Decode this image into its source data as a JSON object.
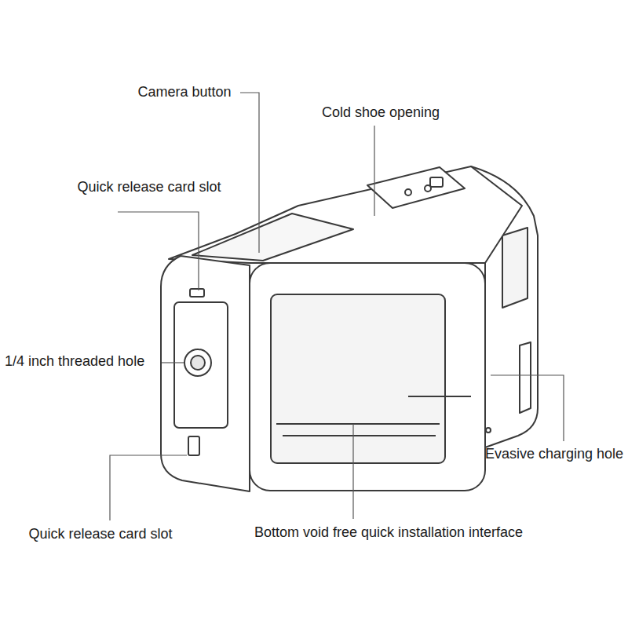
{
  "diagram": {
    "labels": [
      "Camera button",
      "Cold shoe opening",
      "Quick release card slot",
      "1/4 inch threaded hole",
      "Evasive charging hole",
      "Quick release card slot",
      "Bottom void free quick installation interface"
    ]
  }
}
